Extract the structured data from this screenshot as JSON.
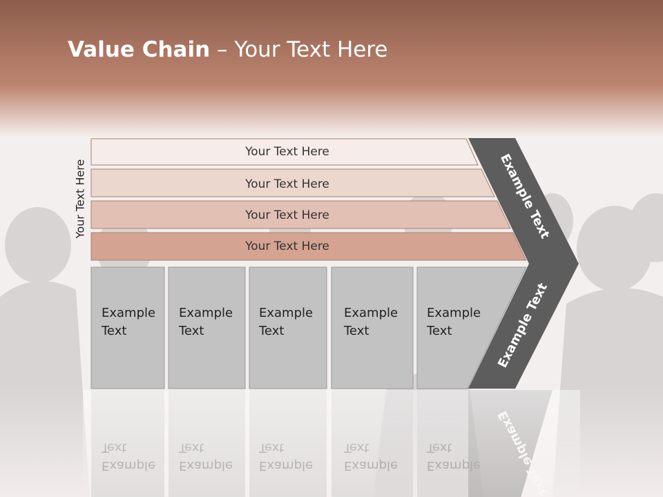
{
  "slide": {
    "title_bold": "Value Chain",
    "title_rest": " – Your Text Here",
    "side_label": "Your Text Here"
  },
  "bands": [
    {
      "label": "Your Text Here",
      "color": "#f6ece9"
    },
    {
      "label": "Your Text Here",
      "color": "#ecd7cf"
    },
    {
      "label": "Your Text Here",
      "color": "#e2c0b4"
    },
    {
      "label": "Your Text Here",
      "color": "#d5a392"
    }
  ],
  "boxes": [
    {
      "line1": "Example",
      "line2": "Text"
    },
    {
      "line1": "Example",
      "line2": "Text"
    },
    {
      "line1": "Example",
      "line2": "Text"
    },
    {
      "line1": "Example",
      "line2": "Text"
    },
    {
      "line1": "Example",
      "line2": "Text"
    }
  ],
  "chevron": {
    "top_label": "Example Text",
    "bottom_label": "Example Text",
    "color": "#5d5d5d"
  },
  "colors": {
    "header_top": "#8d5e4c",
    "header_bottom": "#bd8570",
    "box_fill": "#c2c2c2",
    "silhouette": "#d8d3d3"
  }
}
